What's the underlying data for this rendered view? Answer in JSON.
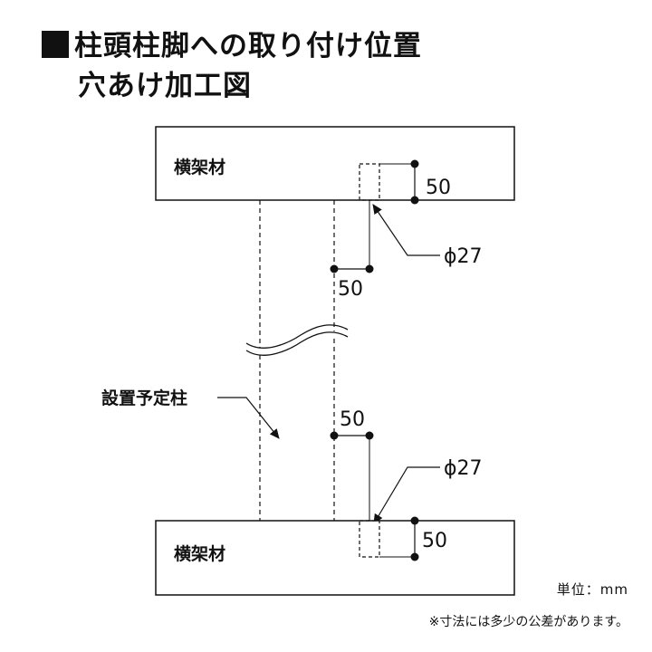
{
  "title": {
    "line1": "柱頭柱脚への取り付け位置",
    "line2": "穴あけ加工図"
  },
  "labels": {
    "beam_top": "横架材",
    "beam_bottom": "横架材",
    "post": "設置予定柱",
    "dim_top_vertical": "50",
    "dim_top_horizontal": "50",
    "hole_top": "ϕ27",
    "dim_bottom_horizontal": "50",
    "hole_bottom": "ϕ27",
    "dim_bottom_vertical": "50"
  },
  "notes": {
    "unit": "単位：mm",
    "tolerance": "※寸法には多少の公差があります。"
  }
}
